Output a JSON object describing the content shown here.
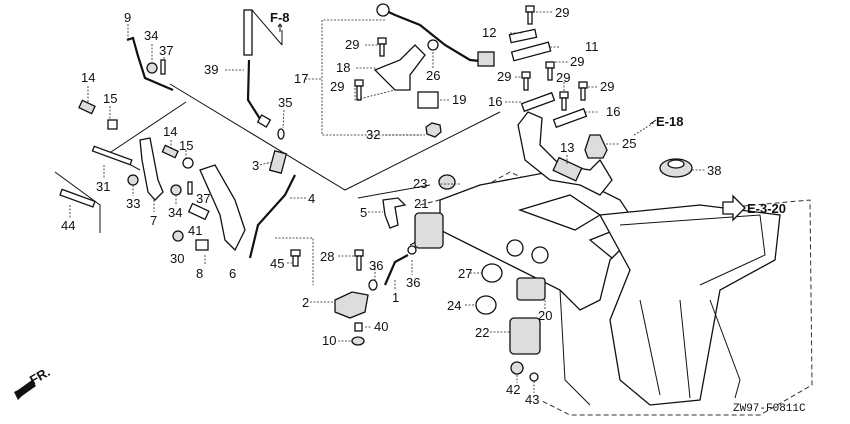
{
  "diagram": {
    "drawing_code": "ZW97-F0811C",
    "front_indicator": "FR.",
    "references": {
      "f8": "F-8",
      "e18": "E-18",
      "e320": "E-3-20"
    },
    "callouts": [
      {
        "id": "c9",
        "text": "9"
      },
      {
        "id": "c34a",
        "text": "34"
      },
      {
        "id": "c37a",
        "text": "37"
      },
      {
        "id": "c14a",
        "text": "14"
      },
      {
        "id": "c15a",
        "text": "15"
      },
      {
        "id": "c39",
        "text": "39"
      },
      {
        "id": "c35",
        "text": "35"
      },
      {
        "id": "c17",
        "text": "17"
      },
      {
        "id": "c18",
        "text": "18"
      },
      {
        "id": "c29a",
        "text": "29"
      },
      {
        "id": "c29b",
        "text": "29"
      },
      {
        "id": "c26",
        "text": "26"
      },
      {
        "id": "c19",
        "text": "19"
      },
      {
        "id": "c32",
        "text": "32"
      },
      {
        "id": "c29c",
        "text": "29"
      },
      {
        "id": "c12",
        "text": "12"
      },
      {
        "id": "c11",
        "text": "11"
      },
      {
        "id": "c29d",
        "text": "29"
      },
      {
        "id": "c29e",
        "text": "29"
      },
      {
        "id": "c29f",
        "text": "29"
      },
      {
        "id": "c29g",
        "text": "29"
      },
      {
        "id": "c16a",
        "text": "16"
      },
      {
        "id": "c16b",
        "text": "16"
      },
      {
        "id": "c13",
        "text": "13"
      },
      {
        "id": "c25",
        "text": "25"
      },
      {
        "id": "c38",
        "text": "38"
      },
      {
        "id": "c14b",
        "text": "14"
      },
      {
        "id": "c15b",
        "text": "15"
      },
      {
        "id": "c31",
        "text": "31"
      },
      {
        "id": "c33",
        "text": "33"
      },
      {
        "id": "c7",
        "text": "7"
      },
      {
        "id": "c34b",
        "text": "34"
      },
      {
        "id": "c37b",
        "text": "37"
      },
      {
        "id": "c41",
        "text": "41"
      },
      {
        "id": "c30",
        "text": "30"
      },
      {
        "id": "c8",
        "text": "8"
      },
      {
        "id": "c6",
        "text": "6"
      },
      {
        "id": "c44",
        "text": "44"
      },
      {
        "id": "c3",
        "text": "3"
      },
      {
        "id": "c4",
        "text": "4"
      },
      {
        "id": "c45",
        "text": "45"
      },
      {
        "id": "c5",
        "text": "5"
      },
      {
        "id": "c21",
        "text": "21"
      },
      {
        "id": "c23",
        "text": "23"
      },
      {
        "id": "c28",
        "text": "28"
      },
      {
        "id": "c36a",
        "text": "36"
      },
      {
        "id": "c36b",
        "text": "36"
      },
      {
        "id": "c1",
        "text": "1"
      },
      {
        "id": "c2",
        "text": "2"
      },
      {
        "id": "c40",
        "text": "40"
      },
      {
        "id": "c10",
        "text": "10"
      },
      {
        "id": "c27",
        "text": "27"
      },
      {
        "id": "c24",
        "text": "24"
      },
      {
        "id": "c20",
        "text": "20"
      },
      {
        "id": "c22",
        "text": "22"
      },
      {
        "id": "c42",
        "text": "42"
      },
      {
        "id": "c43",
        "text": "43"
      }
    ]
  }
}
